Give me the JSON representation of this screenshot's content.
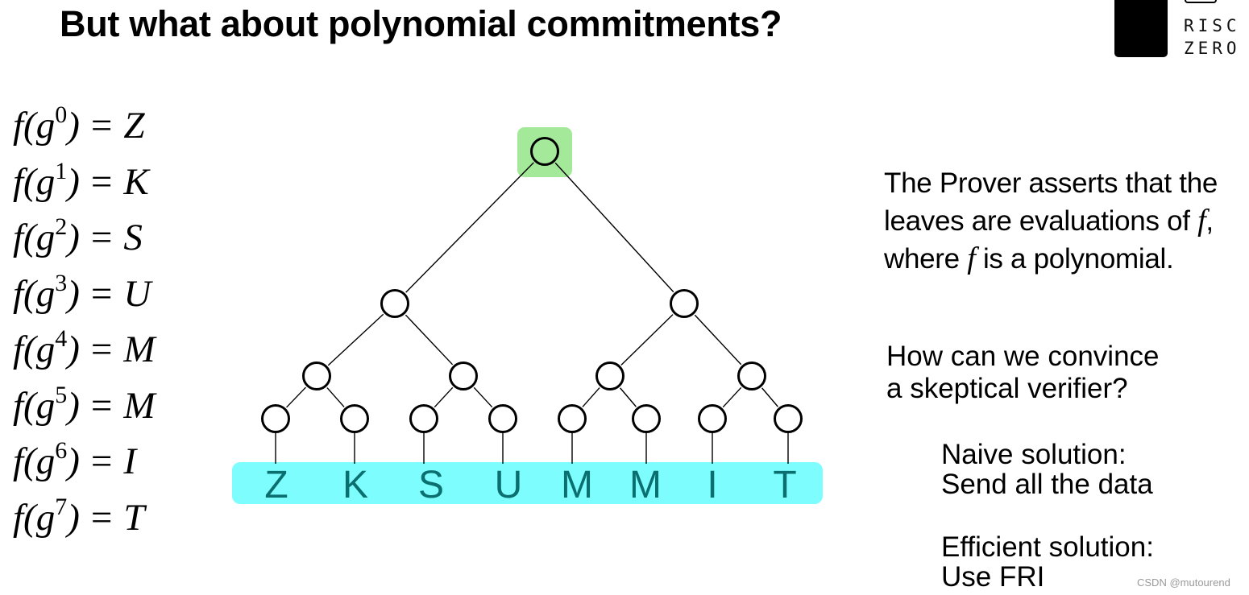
{
  "title": "But what about polynomial commitments?",
  "logo": {
    "line1": "RISC",
    "line2": "ZERO"
  },
  "equations": [
    {
      "fn": "f(g",
      "exp": "0",
      "close": ")",
      "eq": "=",
      "val": "Z"
    },
    {
      "fn": "f(g",
      "exp": "1",
      "close": ")",
      "eq": "=",
      "val": "K"
    },
    {
      "fn": "f(g",
      "exp": "2",
      "close": ")",
      "eq": "=",
      "val": "S"
    },
    {
      "fn": "f(g",
      "exp": "3",
      "close": ")",
      "eq": "=",
      "val": "U"
    },
    {
      "fn": "f(g",
      "exp": "4",
      "close": ")",
      "eq": "=",
      "val": "M"
    },
    {
      "fn": "f(g",
      "exp": "5",
      "close": ")",
      "eq": "=",
      "val": "M"
    },
    {
      "fn": "f(g",
      "exp": "6",
      "close": ")",
      "eq": "=",
      "val": "I"
    },
    {
      "fn": "f(g",
      "exp": "7",
      "close": ")",
      "eq": "=",
      "val": "T"
    }
  ],
  "tree": {
    "leaves": [
      "Z",
      "K",
      "S",
      "U",
      "M",
      "M",
      "I",
      "T"
    ],
    "colors": {
      "root_highlight": "#a4e89a",
      "leaf_highlight": "#7dfdfd",
      "leaf_text": "#0b6f6f",
      "node_stroke": "#000000"
    }
  },
  "prover": {
    "line1": "The Prover asserts that the",
    "line2_a": "leaves are evaluations of ",
    "f": "f",
    "line2_b": ",",
    "line3_a": "where ",
    "line3_b": " is a polynomial."
  },
  "question": {
    "line1": "How can we convince",
    "line2": "a skeptical verifier?"
  },
  "naive": {
    "line1": "Naive solution:",
    "line2": "Send all the data"
  },
  "efficient": {
    "line1": "Efficient solution:",
    "line2": "Use FRI"
  },
  "watermark": "CSDN @mutourend"
}
